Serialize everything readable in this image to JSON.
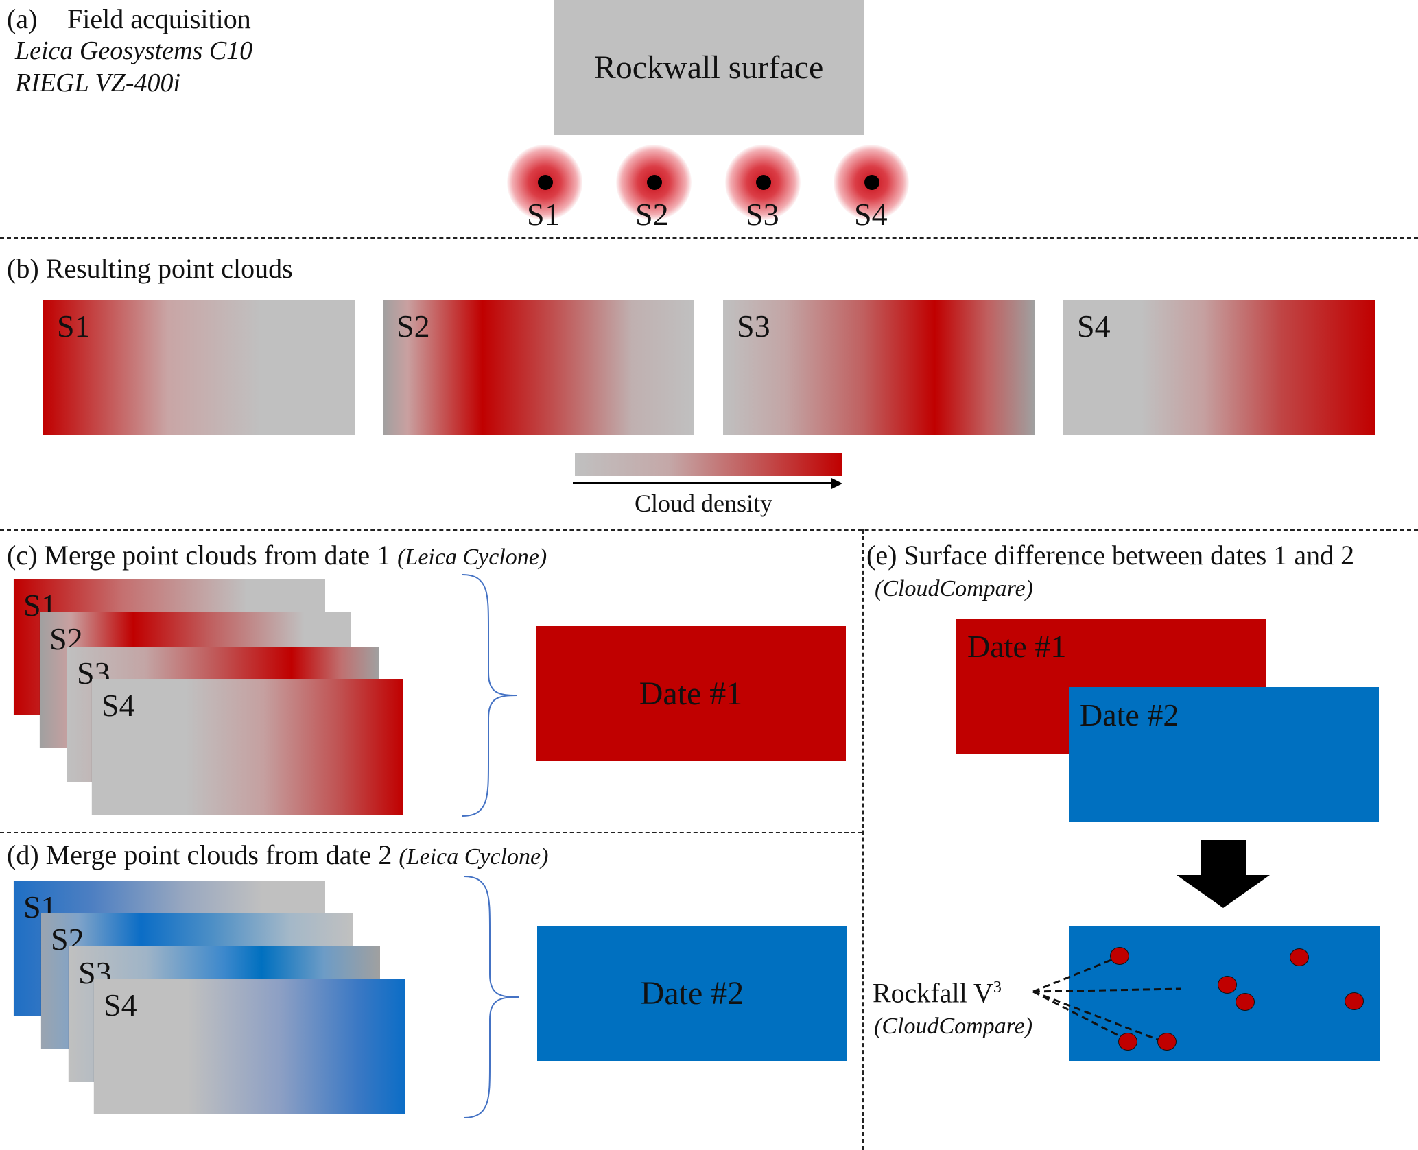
{
  "panel_a": {
    "heading_tag": "(a)",
    "heading_text": "Field acquisition",
    "instrument_1": "Leica Geosystems C10",
    "instrument_2": "RIEGL VZ-400i",
    "rockwall_label": "Rockwall surface",
    "stations": [
      "S1",
      "S2",
      "S3",
      "S4"
    ]
  },
  "panel_b": {
    "heading": "(b) Resulting point clouds",
    "clouds": [
      "S1",
      "S2",
      "S3",
      "S4"
    ],
    "legend_label": "Cloud density"
  },
  "panel_c": {
    "heading": "(c) Merge point clouds from date 1",
    "software": "(Leica Cyclone)",
    "stack_labels": [
      "S1",
      "S2",
      "S3",
      "S4"
    ],
    "result_label": "Date #1"
  },
  "panel_d": {
    "heading": "(d) Merge point clouds from date 2",
    "software": "(Leica Cyclone)",
    "stack_labels": [
      "S1",
      "S2",
      "S3",
      "S4"
    ],
    "result_label": "Date #2"
  },
  "panel_e": {
    "heading": "(e) Surface difference between dates 1 and 2",
    "software": "(CloudCompare)",
    "date1_label": "Date #1",
    "date2_label": "Date #2",
    "rockfall_label": "Rockfall V",
    "rockfall_superscript": "3",
    "rockfall_software": "(CloudCompare)"
  },
  "colors": {
    "red": "#c00000",
    "blue": "#0070c0",
    "grey": "#c0c0c0"
  }
}
